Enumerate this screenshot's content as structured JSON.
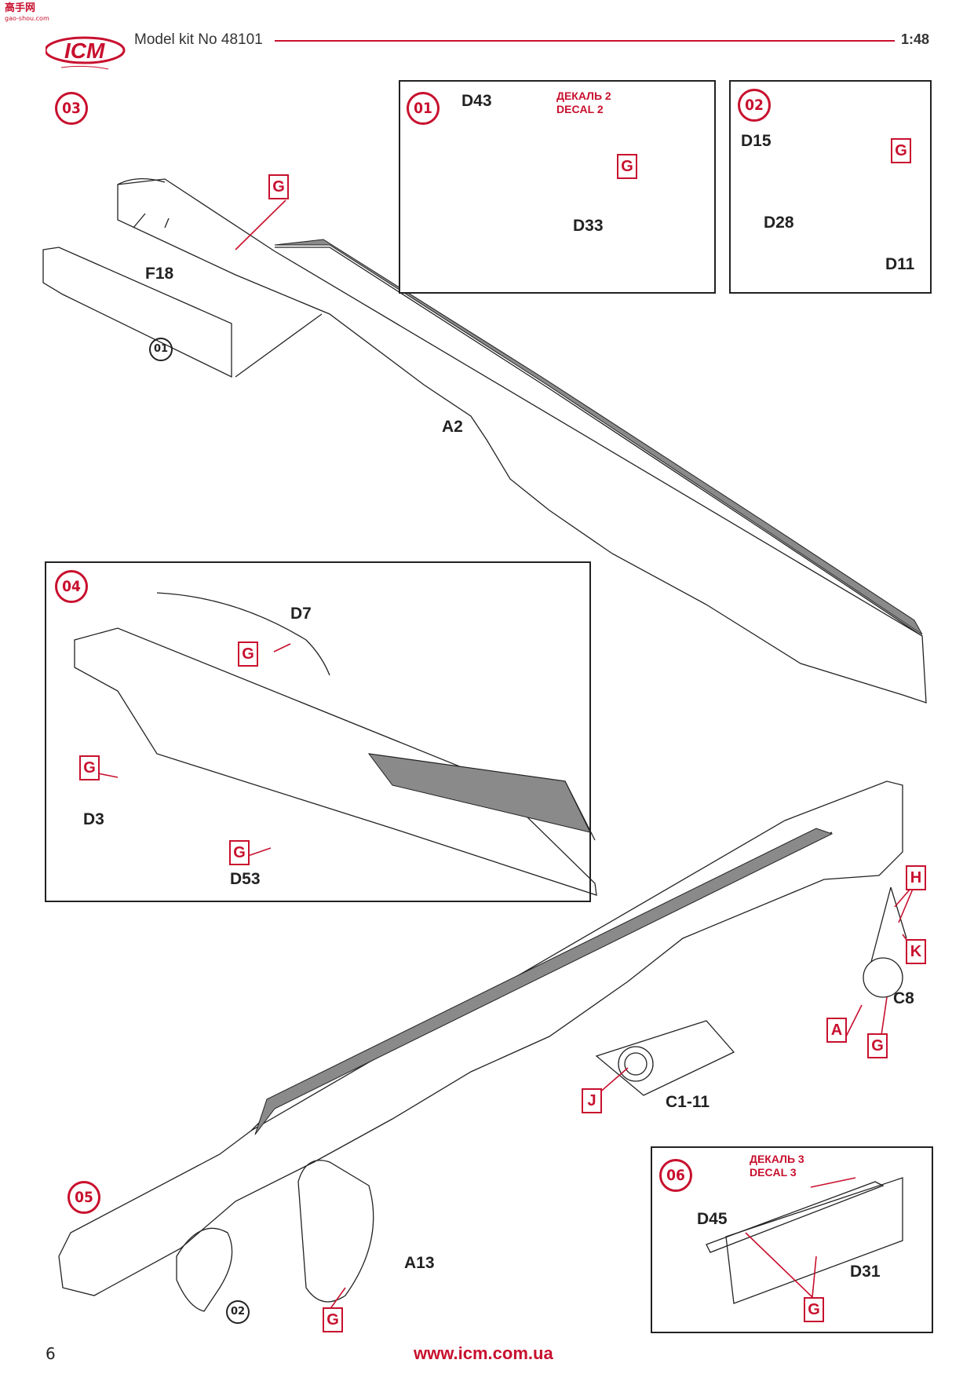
{
  "watermark": {
    "text": "高手网",
    "sub": "gao-shou.com"
  },
  "header": {
    "brand": "ICM",
    "kit_label": "Model kit No 48101",
    "scale": "1:48"
  },
  "colors": {
    "accent": "#c8102e",
    "ink": "#222222",
    "panel_gray": "#8a8a8a"
  },
  "steps": {
    "s01": {
      "number": "01",
      "parts": {
        "d43": "D43",
        "d33": "D33"
      },
      "decal": [
        "ДЕКАЛЬ 2",
        "DECAL 2"
      ],
      "paint": "G"
    },
    "s02": {
      "number": "02",
      "parts": {
        "d15": "D15",
        "d28": "D28",
        "d11": "D11"
      },
      "paint": "G"
    },
    "s03": {
      "number": "03",
      "parts": {
        "f18": "F18",
        "a2": "A2"
      },
      "ref": "01",
      "paint": "G"
    },
    "s04": {
      "number": "04",
      "parts": {
        "d7": "D7",
        "d3": "D3",
        "d53": "D53"
      },
      "paints": [
        "G",
        "G",
        "G"
      ]
    },
    "s05": {
      "number": "05",
      "parts": {
        "c1_11": "C1-11",
        "c8": "C8",
        "a13": "A13"
      },
      "ref": "02",
      "paints": {
        "h": "H",
        "k": "K",
        "a": "A",
        "g1": "G",
        "j": "J",
        "g2": "G"
      }
    },
    "s06": {
      "number": "06",
      "parts": {
        "d45": "D45",
        "d31": "D31"
      },
      "decal": [
        "ДЕКАЛЬ 3",
        "DECAL 3"
      ],
      "paint": "G"
    }
  },
  "footer": {
    "page": "6",
    "url": "www.icm.com.ua"
  }
}
